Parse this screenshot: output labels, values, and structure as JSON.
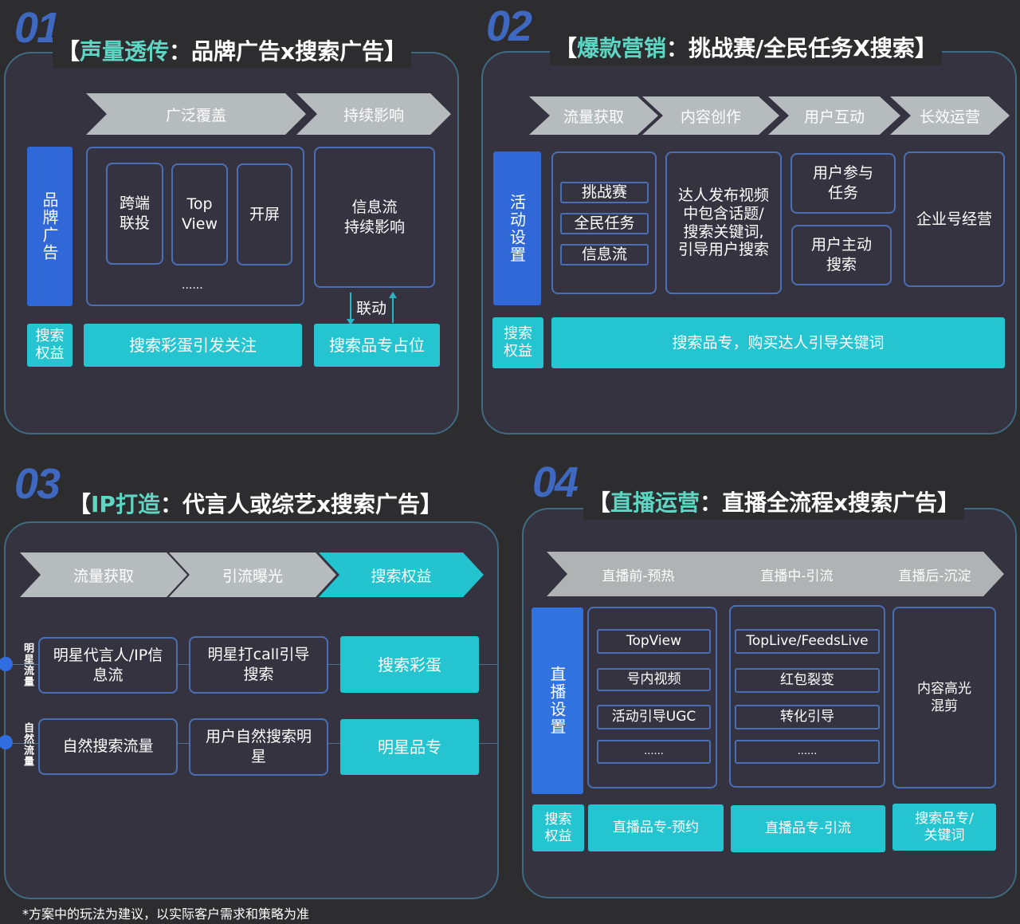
{
  "panel1": {
    "number": "01",
    "title_prefix": "【",
    "title_highlight": "声量透传",
    "title_rest": "：品牌广告x搜索广告】",
    "stages": [
      "广泛覆盖",
      "持续影响"
    ],
    "row_label": "品牌广告",
    "inner_boxes": [
      "跨端\n联投",
      "Top\nView",
      "开屏"
    ],
    "inner_more": "......",
    "info_box": "信息流\n持续影响",
    "link_label": "联动",
    "search_label": "搜索\n权益",
    "search_boxes": [
      "搜索彩蛋引发关注",
      "搜索品专占位"
    ]
  },
  "panel2": {
    "number": "02",
    "title_prefix": "【",
    "title_highlight": "爆款营销",
    "title_rest": "：挑战赛/全民任务X搜索】",
    "stages": [
      "流量获取",
      "内容创作",
      "用户互动",
      "长效运营"
    ],
    "row_label": "活动设置",
    "activity_items": [
      "挑战赛",
      "全民任务",
      "信息流"
    ],
    "content_box": "达人发布视频\n中包含话题/\n搜索关键词,\n引导用户搜索",
    "interaction_boxes": [
      "用户参与\n任务",
      "用户主动\n搜索"
    ],
    "ops_box": "企业号经营",
    "search_label": "搜索\n权益",
    "search_box": "搜索品专，购买达人引导关键词"
  },
  "panel3": {
    "number": "03",
    "title_prefix": "【",
    "title_highlight": "IP打造",
    "title_rest": "：代言人或综艺x搜索广告】",
    "stages": [
      "流量获取",
      "引流曝光",
      "搜索权益"
    ],
    "rows": [
      {
        "label": "明星流量",
        "cells": [
          "明星代言人/IP信\n息流",
          "明星打call引导\n搜索",
          "搜索彩蛋"
        ]
      },
      {
        "label": "自然流量",
        "cells": [
          "自然搜索流量",
          "用户自然搜索明\n星",
          "明星品专"
        ]
      }
    ]
  },
  "panel4": {
    "number": "04",
    "title_prefix": "【",
    "title_highlight": "直播运营",
    "title_rest": "：直播全流程x搜索广告】",
    "stages": [
      "直播前-预热",
      "直播中-引流",
      "直播后-沉淀"
    ],
    "row_label": "直播设置",
    "pre_items": [
      "TopView",
      "号内视频",
      "活动引导UGC",
      "......"
    ],
    "mid_items": [
      "TopLive/FeedsLive",
      "红包裂变",
      "转化引导",
      "......"
    ],
    "post_box": "内容高光\n混剪",
    "search_label": "搜索\n权益",
    "search_boxes": [
      "直播品专-预约",
      "直播品专-引流",
      "搜索品专/\n关键词"
    ]
  },
  "footnote": "*方案中的玩法为建议，以实际客户需求和策略为准"
}
